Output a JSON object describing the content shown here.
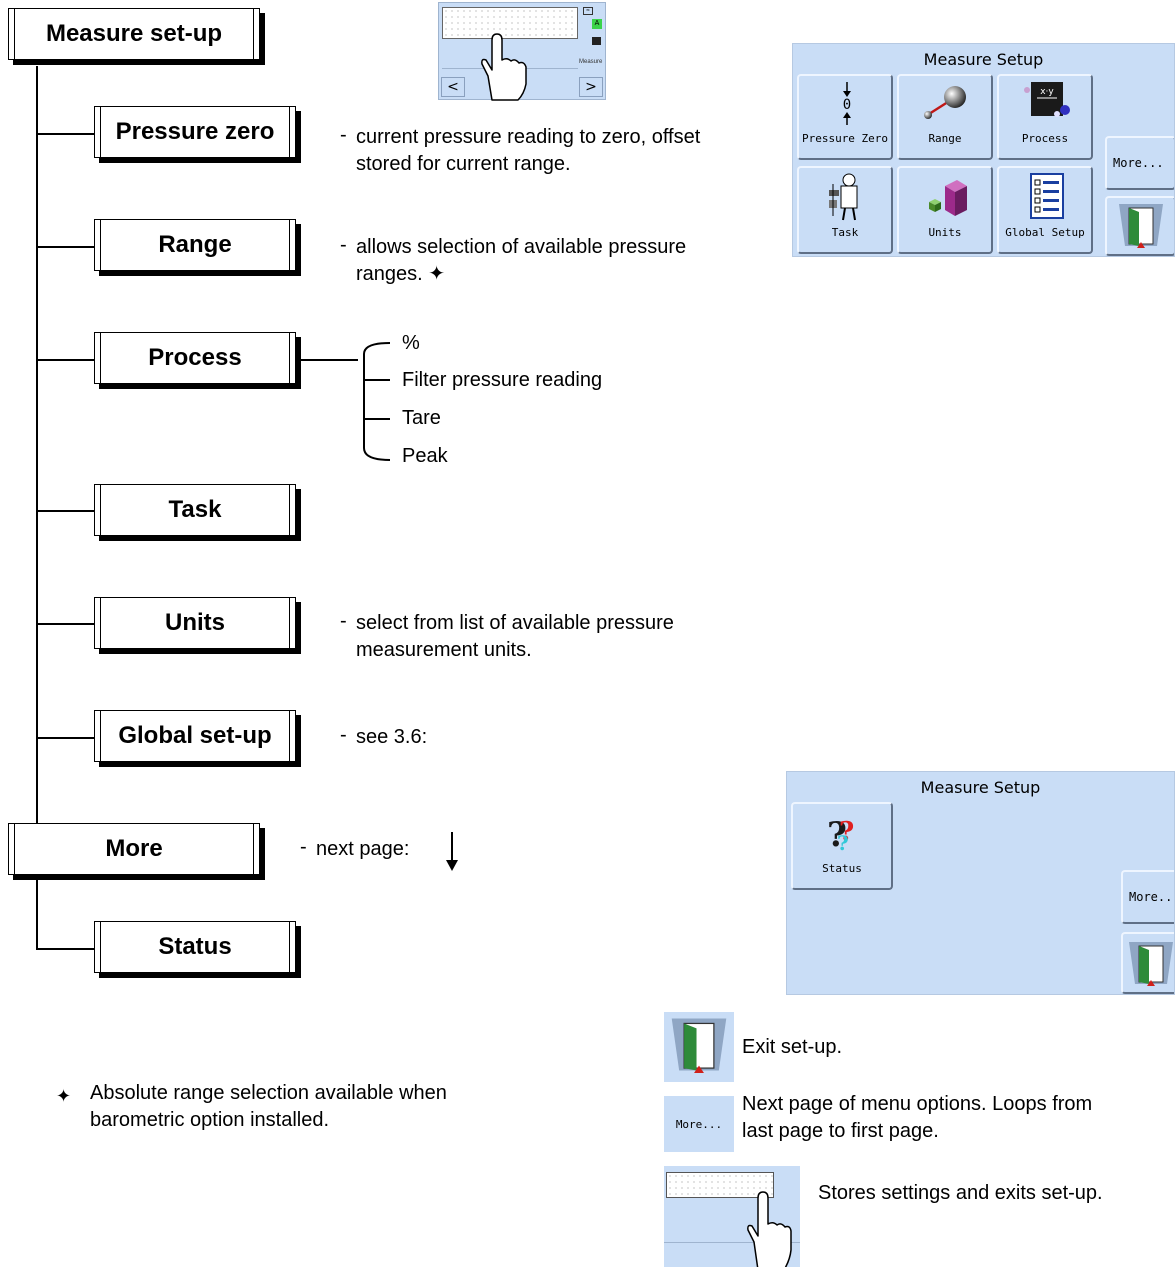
{
  "tree": {
    "root": "Measure set-up",
    "items": [
      {
        "label": "Pressure zero",
        "desc": [
          "current pressure reading to zero, offset",
          "stored for current range."
        ]
      },
      {
        "label": "Range",
        "desc": [
          "allows selection of available pressure",
          "ranges. ✦"
        ]
      },
      {
        "label": "Process",
        "desc": []
      },
      {
        "label": "Task",
        "desc": []
      },
      {
        "label": "Units",
        "desc": [
          "select from list of available pressure",
          "measurement units."
        ]
      },
      {
        "label": "Global set-up",
        "desc": [
          "see 3.6:"
        ]
      }
    ],
    "more": {
      "label": "More",
      "desc": "next page:"
    },
    "status": {
      "label": "Status"
    },
    "process_options": [
      "%",
      "Filter pressure reading",
      "Tare",
      "Peak"
    ],
    "dash": "-"
  },
  "screen1": {
    "title": "Measure Setup",
    "tiles": [
      "Pressure Zero",
      "Range",
      "Process",
      "Task",
      "Units",
      "Global Setup"
    ],
    "more": "More...",
    "zero_glyph": "0",
    "process_icon_text": "x·y"
  },
  "screen2": {
    "title": "Measure Setup",
    "tiles": [
      "Status"
    ],
    "more": "More..."
  },
  "thumb": {
    "side_label": "Measure",
    "left": "<",
    "right": ">",
    "alarm": "A"
  },
  "legend": {
    "exit": "Exit set-up.",
    "more_key": "More...",
    "more_text": [
      "Next page of menu options. Loops from",
      "last page to first page."
    ],
    "stores": "Stores settings and exits set-up."
  },
  "footnote": {
    "symbol": "✦",
    "text": [
      "Absolute range selection available when",
      "barometric option installed."
    ]
  },
  "colors": {
    "screen_bg": "#c9ddf6",
    "door_green": "#2e8b3a",
    "door_red": "#d0201a"
  }
}
